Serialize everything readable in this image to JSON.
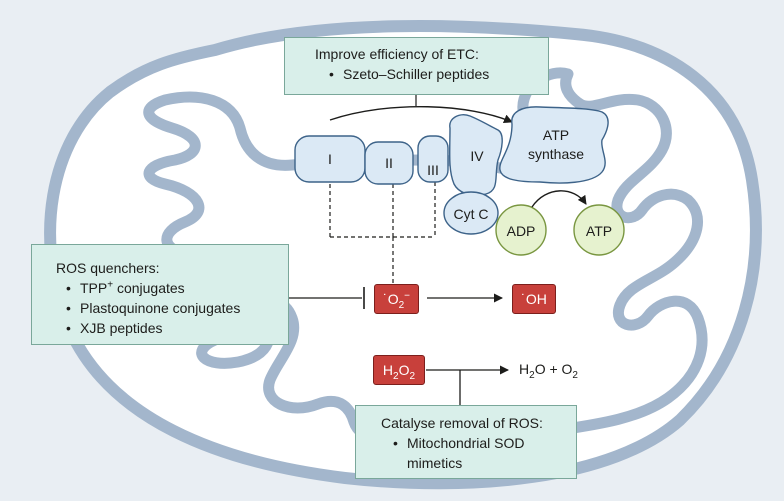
{
  "colors": {
    "background": "#e9eef3",
    "membrane": "#ffffff",
    "membrane_stroke": "#a3b6cc",
    "complex_fill": "#dbe9f5",
    "complex_stroke": "#3d6389",
    "nucleotide_fill": "#e6f2cf",
    "nucleotide_stroke": "#799640",
    "ros_fill": "#c8403b",
    "box_fill": "#d9efea",
    "box_stroke": "#7aa79a"
  },
  "complexes": {
    "c1": "I",
    "c2": "II",
    "c3": "III",
    "c4": "IV",
    "atp_synthase": [
      "ATP",
      "synthase"
    ],
    "cytc": "Cyt C"
  },
  "nucleotides": {
    "adp": "ADP",
    "atp": "ATP"
  },
  "etc_box": {
    "title": "Improve efficiency of ETC:",
    "items": [
      "Szeto–Schiller peptides"
    ]
  },
  "quenchers_box": {
    "title": "ROS quenchers:",
    "items": [
      {
        "main": "TPP",
        "sup": "+",
        "rest": " conjugates"
      },
      {
        "main": "Plastoquinone conjugates"
      },
      {
        "main": "XJB peptides"
      }
    ]
  },
  "removal_box": {
    "title": "Catalyse removal of ROS:",
    "items": [
      "Mitochondrial SOD",
      "mimetics"
    ]
  },
  "ros": {
    "superoxide": {
      "dot": "˙",
      "base": "O",
      "sub": "2",
      "sup": "−"
    },
    "hydroxyl": {
      "dot": "˙",
      "base": "OH"
    },
    "peroxide": {
      "base1": "H",
      "sub1": "2",
      "base2": "O",
      "sub2": "2"
    }
  },
  "products": {
    "h": "H",
    "sub1": "2",
    "mid": "O + O",
    "sub2": "2"
  }
}
